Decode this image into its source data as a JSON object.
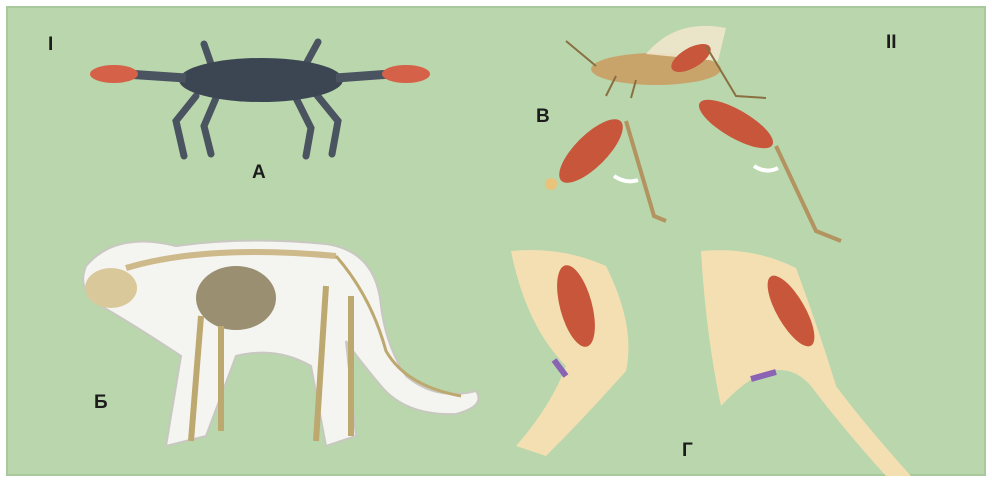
{
  "labels": {
    "part_1": "I",
    "part_2": "II",
    "crab": "А",
    "cat": "Б",
    "grasshopper": "В",
    "human_leg": "Г"
  },
  "colors": {
    "background": "#b9d6ad",
    "muscle": "#c8563a",
    "skeleton_bone": "#cdb98a",
    "crab_shell": "#3c4652",
    "grasshopper_body": "#c9a46a",
    "arrow": "#8b63b5"
  }
}
